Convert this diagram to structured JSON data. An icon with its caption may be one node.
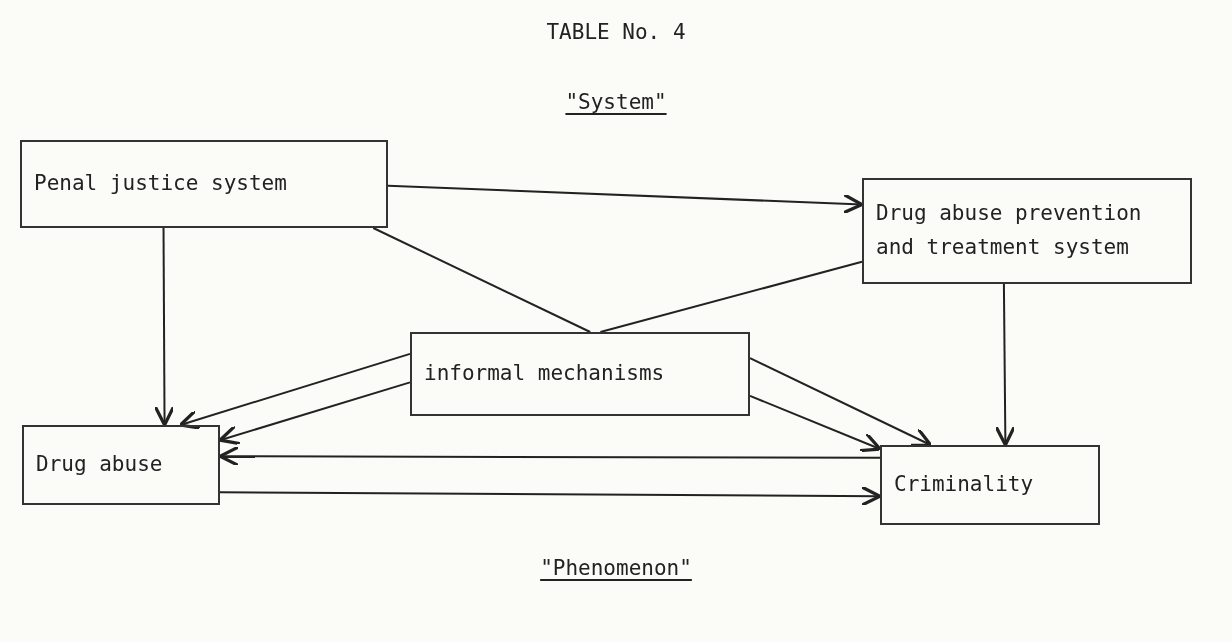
{
  "diagram": {
    "title": "TABLE No. 4",
    "nodes": [
      {
        "text": [
          "Penal justice system"
        ]
      },
      {
        "text": [
          "Drug abuse prevention and treatment system"
        ]
      },
      {
        "text": [
          "informal mechanisms"
        ]
      },
      {
        "text": [
          "Drug abuse"
        ]
      },
      {
        "text": [
          "Criminality"
        ]
      }
    ],
    "edges": [
      {
        "from": 0,
        "to": 1,
        "arrow": "to"
      },
      {
        "from": 0,
        "to": 3,
        "arrow": "to"
      },
      {
        "from": 0,
        "to": 2,
        "arrow": "none"
      },
      {
        "from": 1,
        "to": 2,
        "arrow": "none"
      },
      {
        "from": 1,
        "to": 4,
        "arrow": "to"
      },
      {
        "from": 2,
        "to": 3,
        "arrow": "to"
      },
      {
        "from": 2,
        "to": 3,
        "arrow": "to"
      },
      {
        "from": 2,
        "to": 4,
        "arrow": "to"
      },
      {
        "from": 2,
        "to": 4,
        "arrow": "to"
      },
      {
        "from": 4,
        "to": 3,
        "arrow": "to"
      },
      {
        "from": 3,
        "to": 4,
        "arrow": "to"
      }
    ],
    "labels": [
      "\"System\"",
      "\"Phenomenon\""
    ]
  }
}
